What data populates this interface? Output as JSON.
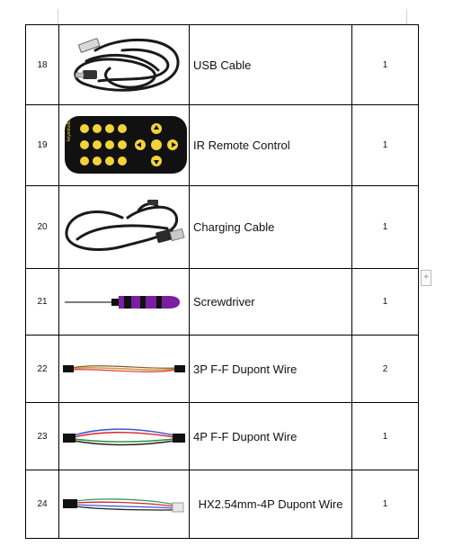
{
  "rows": [
    {
      "num": "18",
      "name": "USB Cable",
      "qty": "1",
      "icon": "usb-cable-icon"
    },
    {
      "num": "19",
      "name": "IR Remote Control",
      "qty": "1",
      "icon": "ir-remote-icon",
      "brand": "keyestudio"
    },
    {
      "num": "20",
      "name": "Charging Cable",
      "qty": "1",
      "icon": "charging-cable-icon"
    },
    {
      "num": "21",
      "name": "Screwdriver",
      "qty": "1",
      "icon": "screwdriver-icon"
    },
    {
      "num": "22",
      "name": "3P F-F Dupont Wire",
      "qty": "2",
      "icon": "dupont-3p-wire-icon"
    },
    {
      "num": "23",
      "name": "4P F-F Dupont Wire",
      "qty": "1",
      "icon": "dupont-4p-wire-icon"
    },
    {
      "num": "24",
      "name": "HX2.54mm-4P Dupont Wire",
      "qty": "1",
      "icon": "hx-4p-wire-icon"
    }
  ],
  "add_row_label": "+",
  "colors": {
    "remote_body": "#111111",
    "remote_button": "#f2d33a",
    "screwdriver_handle": "#7a1fa2"
  }
}
